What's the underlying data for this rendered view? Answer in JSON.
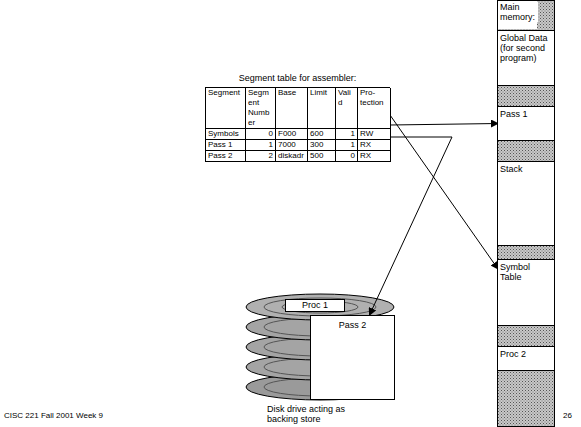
{
  "diagram": {
    "nodes": [
      {
        "text": [
          "Main memory:"
        ]
      },
      {
        "text": [
          "Global Data (for second program)"
        ],
        "in": 0
      },
      {
        "text": [
          "Pass 1"
        ],
        "in": 0
      },
      {
        "text": [
          "Stack"
        ],
        "in": 0
      },
      {
        "text": [
          "Symbol Table"
        ],
        "in": 0
      },
      {
        "text": [
          "Proc 2"
        ],
        "in": 0
      },
      {
        "text": [
          "Segment table for assembler:"
        ]
      },
      {
        "text": [
          "Disk drive acting as backing store"
        ]
      },
      {
        "text": [
          "Proc 1"
        ],
        "in": 7
      },
      {
        "text": [
          "Pass 2"
        ],
        "in": 7
      }
    ],
    "edges": [
      {
        "from": 6,
        "to": 2,
        "arrow": "to"
      },
      {
        "from": 6,
        "to": 4,
        "arrow": "to"
      },
      {
        "from": 6,
        "to": 9,
        "arrow": "to"
      }
    ],
    "labels": [
      "Segment",
      "Segment Number",
      "Base",
      "Limit",
      "Valid",
      "Pro-tection",
      "Symbols",
      "0",
      "F000",
      "600",
      "1",
      "RW",
      "Pass 1",
      "1",
      "7000",
      "300",
      "1",
      "RX",
      "Pass 2",
      "2",
      "diskadr",
      "500",
      "0",
      "RX",
      "CISC 221 Fall 2001 Week 9",
      "26"
    ]
  }
}
